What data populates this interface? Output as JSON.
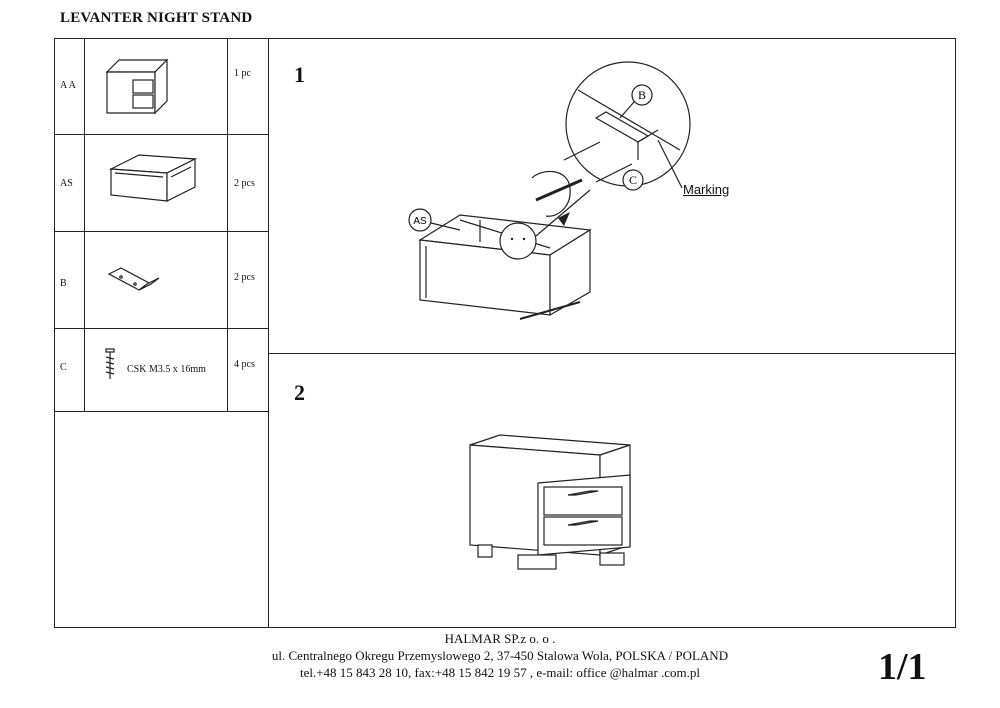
{
  "title": "LEVANTER NIGHT STAND",
  "parts": [
    {
      "code": "A A",
      "qty": "1 pc"
    },
    {
      "code": "AS",
      "qty": "2 pcs"
    },
    {
      "code": "B",
      "qty": "2 pcs"
    },
    {
      "code": "C",
      "qty": "4 pcs",
      "spec": "CSK M3.5 x 16mm"
    }
  ],
  "steps": {
    "step1": {
      "number": "1",
      "callout_as": "AS",
      "callout_b": "B",
      "callout_c": "C",
      "marking_label": "Marking"
    },
    "step2": {
      "number": "2"
    }
  },
  "footer": {
    "company": "HALMAR SP.z o. o .",
    "address": "ul. Centralnego Okregu Przemyslowego 2, 37-450 Stalowa Wola, POLSKA / POLAND",
    "contact": "tel.+48 15 843 28 10, fax:+48 15 842 19 57 , e-mail: office @halmar .com.pl"
  },
  "page": "1/1"
}
